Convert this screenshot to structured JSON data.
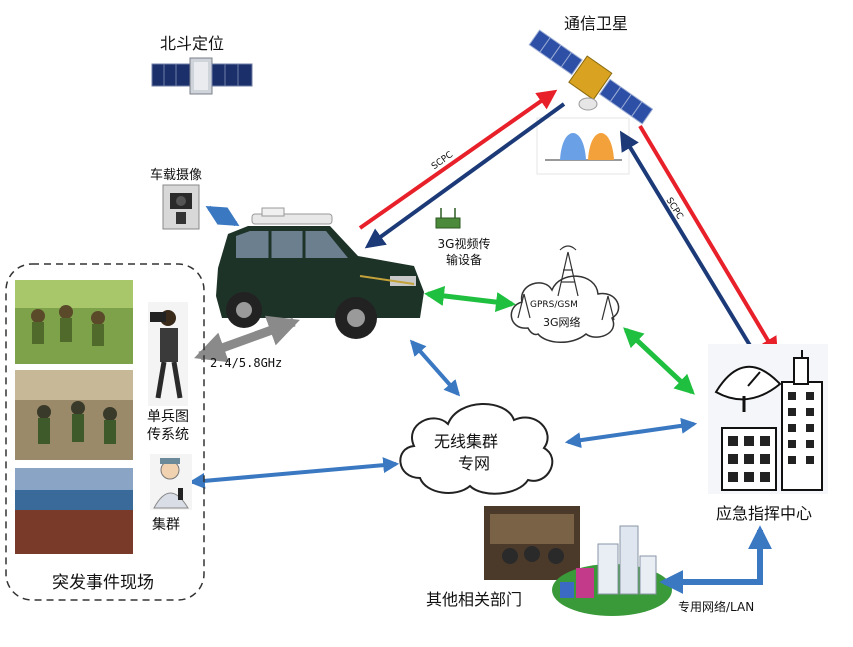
{
  "labels": {
    "beidou": "北斗定位",
    "satellite": "通信卫星",
    "vehicle_camera": "车载摄像",
    "video_device": "3G视频传\n输设备",
    "gprs_line1": "GPRS/GSM",
    "gprs_line2": "3G网络",
    "freq": "2.4/5.8GHz",
    "soldier": "单兵图\n传系统",
    "cluster": "集群",
    "trunk_line1": "无线集群",
    "trunk_line2": "专网",
    "command": "应急指挥中心",
    "departments": "其他相关部门",
    "lan": "专用网络/LAN",
    "scene": "突发事件现场",
    "scpc_left": "SCPC",
    "scpc_right": "SCPC"
  },
  "colors": {
    "uplink_red": "#e8202a",
    "downlink_navy": "#1c3a78",
    "blue_arrow": "#3a78c2",
    "green_arrow": "#1fbf3f",
    "gray_arrow": "#8a8a8a"
  }
}
